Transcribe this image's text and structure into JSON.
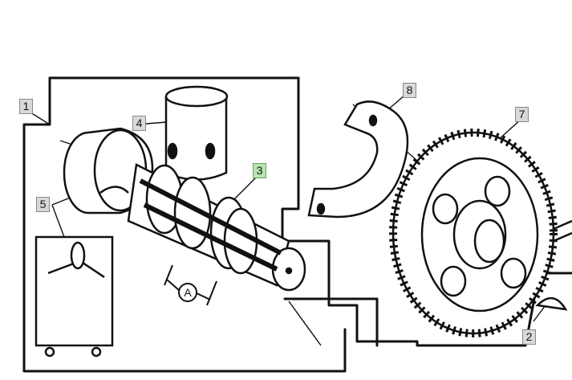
{
  "callouts": {
    "c1": "1",
    "c2": "2",
    "c3": "3",
    "c4": "4",
    "c5": "5",
    "c7": "7",
    "c8": "8"
  },
  "dimension_label": "A",
  "highlight_color": "#b9e3b0",
  "line_color": "#111111"
}
